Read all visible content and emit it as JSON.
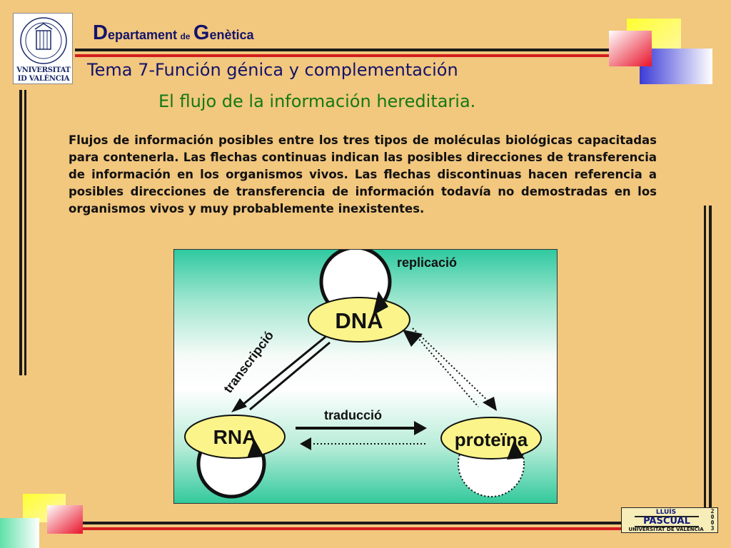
{
  "header": {
    "dept_first": "D",
    "dept_rest1": "epartament",
    "dept_de": "de",
    "dept_g": "G",
    "dept_rest2": "enètica",
    "tema": "Tema 7-Función génica y complementación",
    "subtitle": "El flujo de la información hereditaria."
  },
  "logo": {
    "line1": "VNIVERSITAT",
    "line2": "ID VALÈNCIA"
  },
  "description": "Flujos de información posibles entre los tres tipos de moléculas biológicas capacitadas para contenerla. Las flechas continuas indican las posibles direcciones de transferencia de información en los organismos vivos. Las flechas discontinuas hacen referencia a posibles direcciones de transferencia de información todavía no demostradas en los organismos vivos y muy probablemente inexistentes.",
  "diagram": {
    "nodes": {
      "dna": "DNA",
      "rna": "RNA",
      "protein": "proteïna"
    },
    "labels": {
      "replication": "replicació",
      "transcription": "transcripció",
      "translation": "traducció"
    }
  },
  "footer": {
    "badge_line1": "LLUÍS",
    "badge_line2": "PASCUAL",
    "badge_line3": "UNIVERSITAT DE VALÈNCIA",
    "badge_year": "2003"
  },
  "colors": {
    "background": "#f2c77e",
    "title_blue": "#13136a",
    "subtitle_green": "#137a13",
    "node_fill": "#fbf48a",
    "accent_red": "#d21e1e"
  }
}
